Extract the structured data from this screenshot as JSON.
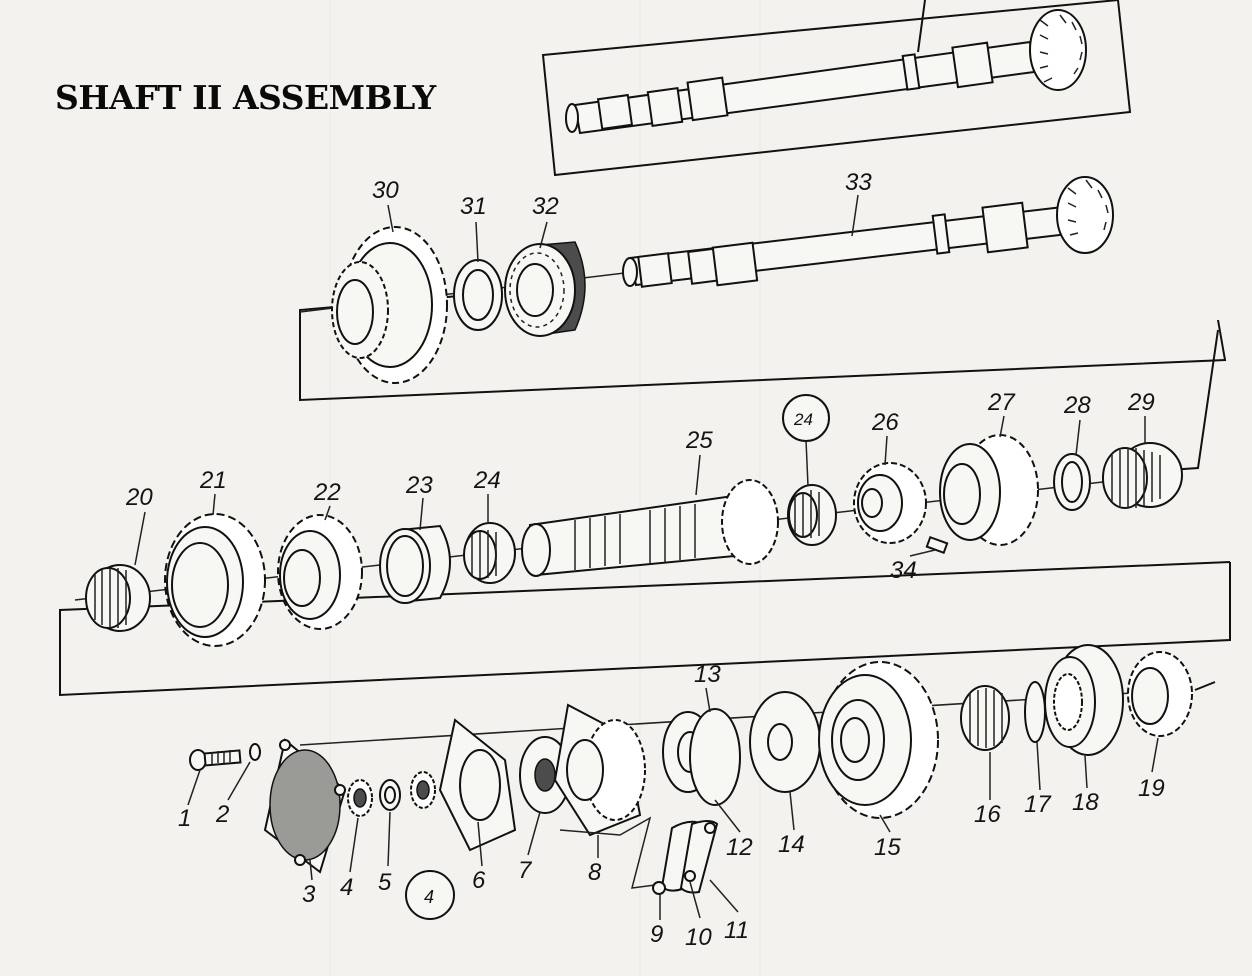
{
  "title": "SHAFT II ASSEMBLY",
  "callouts": {
    "c1": "1",
    "c2": "2",
    "c3": "3",
    "c4": "4",
    "c4_circled": "4",
    "c5": "5",
    "c6": "6",
    "c7": "7",
    "c8": "8",
    "c9": "9",
    "c10": "10",
    "c11": "11",
    "c12": "12",
    "c13": "13",
    "c14": "14",
    "c15": "15",
    "c16": "16",
    "c17": "17",
    "c18": "18",
    "c19": "19",
    "c20": "20",
    "c21": "21",
    "c22": "22",
    "c23": "23",
    "c24": "24",
    "c24_circled": "24",
    "c25": "25",
    "c26": "26",
    "c27": "27",
    "c28": "28",
    "c29": "29",
    "c30": "30",
    "c31": "31",
    "c32": "32",
    "c33": "33",
    "c34": "34"
  }
}
